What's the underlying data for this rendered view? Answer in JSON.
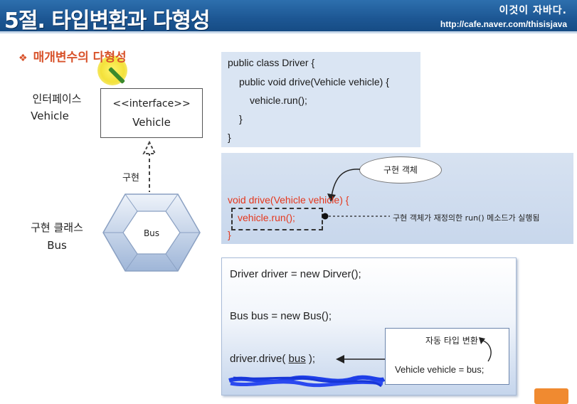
{
  "header": {
    "title": "5절. 타입변환과 다형성",
    "brand_line1": "이것이 자바다.",
    "brand_line2": "http://cafe.naver.com/thisisjava"
  },
  "section": {
    "bullet": "❖",
    "title": "매개변수의 다형성"
  },
  "diagram": {
    "interface_label_1": "인터페이스",
    "interface_label_2": "Vehicle",
    "interface_stereotype": "<<interface>>",
    "interface_name": "Vehicle",
    "relation_label": "구현",
    "class_label_1": "구현 클래스",
    "class_label_2": "Bus",
    "class_name": "Bus"
  },
  "code_top": [
    "public class Driver {",
    "public void drive(Vehicle vehicle) {",
    "vehicle.run();",
    "}",
    "}"
  ],
  "code_mid": {
    "bubble": "구현 객체",
    "line1": "void drive(Vehicle vehicle) {",
    "line2": "vehicle.run();",
    "line3": "}",
    "explain": "구현 객체가 재정의한 run() 메소드가 실행됨"
  },
  "code_bottom": {
    "line1": "Driver driver = new Dirver();",
    "line2": "Bus bus = new Bus();",
    "line3_prefix": "driver.drive( ",
    "line3_arg": "bus",
    "line3_suffix": " );",
    "inner_title": "자동 타입 변환",
    "inner_code": "Vehicle vehicle = bus;"
  },
  "colors": {
    "header_blue": "#1d5794",
    "accent_orange": "#d8522a",
    "code_red": "#e5371c",
    "code_bg": "#dae5f3",
    "scribble_blue": "#1e3fe8"
  }
}
